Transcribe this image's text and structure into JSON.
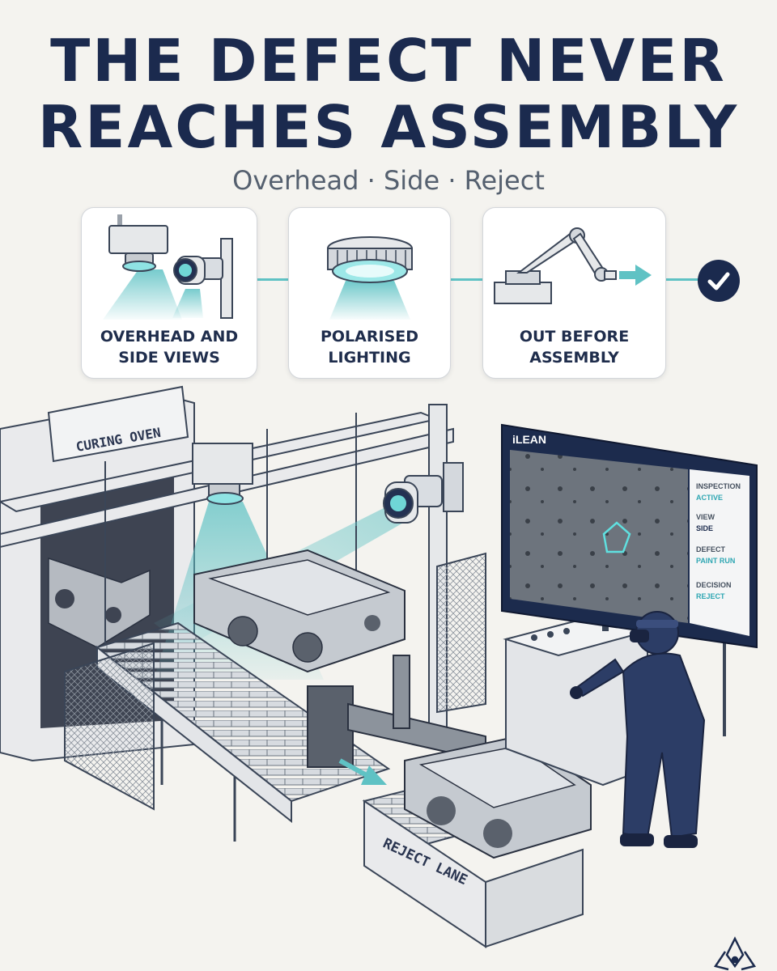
{
  "header": {
    "title_line1": "THE DEFECT NEVER",
    "title_line2": "REACHES ASSEMBLY",
    "subtitle": "Overhead · Side · Reject"
  },
  "steps": [
    {
      "line1": "OVERHEAD AND",
      "line2": "SIDE VIEWS",
      "icon": "camera-icon"
    },
    {
      "line1": "POLARISED",
      "line2": "LIGHTING",
      "icon": "ring-light-icon"
    },
    {
      "line1": "OUT BEFORE",
      "line2": "ASSEMBLY",
      "icon": "robot-arm-icon"
    }
  ],
  "final_step": {
    "icon": "checkmark-icon"
  },
  "scene": {
    "oven_label": "CURING OVEN",
    "reject_label": "REJECT LANE",
    "monitor": {
      "brand": "iLEAN",
      "panel": [
        {
          "key": "INSPECTION",
          "value": "ACTIVE"
        },
        {
          "key": "VIEW",
          "value": "SIDE"
        },
        {
          "key": "DEFECT",
          "value": "PAINT RUN"
        },
        {
          "key": "DECISION",
          "value": "REJECT"
        }
      ]
    }
  },
  "colors": {
    "navy": "#1b2a4e",
    "teal": "#5fc2c4",
    "accent_text": "#2fa7b3",
    "background": "#f4f3ef"
  },
  "logo": {
    "icon": "flower-logo-icon"
  }
}
